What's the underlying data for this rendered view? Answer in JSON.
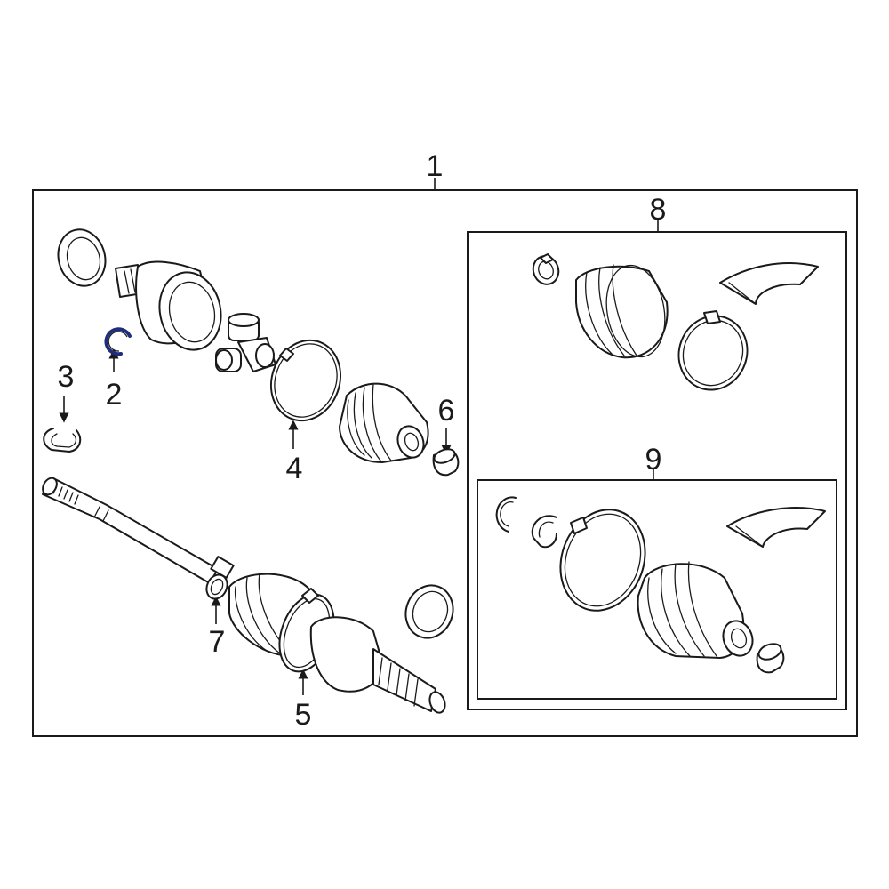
{
  "callouts": {
    "c1": "1",
    "c2": "2",
    "c3": "3",
    "c4": "4",
    "c5": "5",
    "c6": "6",
    "c7": "7",
    "c8": "8",
    "c9": "9"
  },
  "colors": {
    "line": "#1a1a1a",
    "highlight": "#1f2d7a",
    "background": "#ffffff"
  }
}
